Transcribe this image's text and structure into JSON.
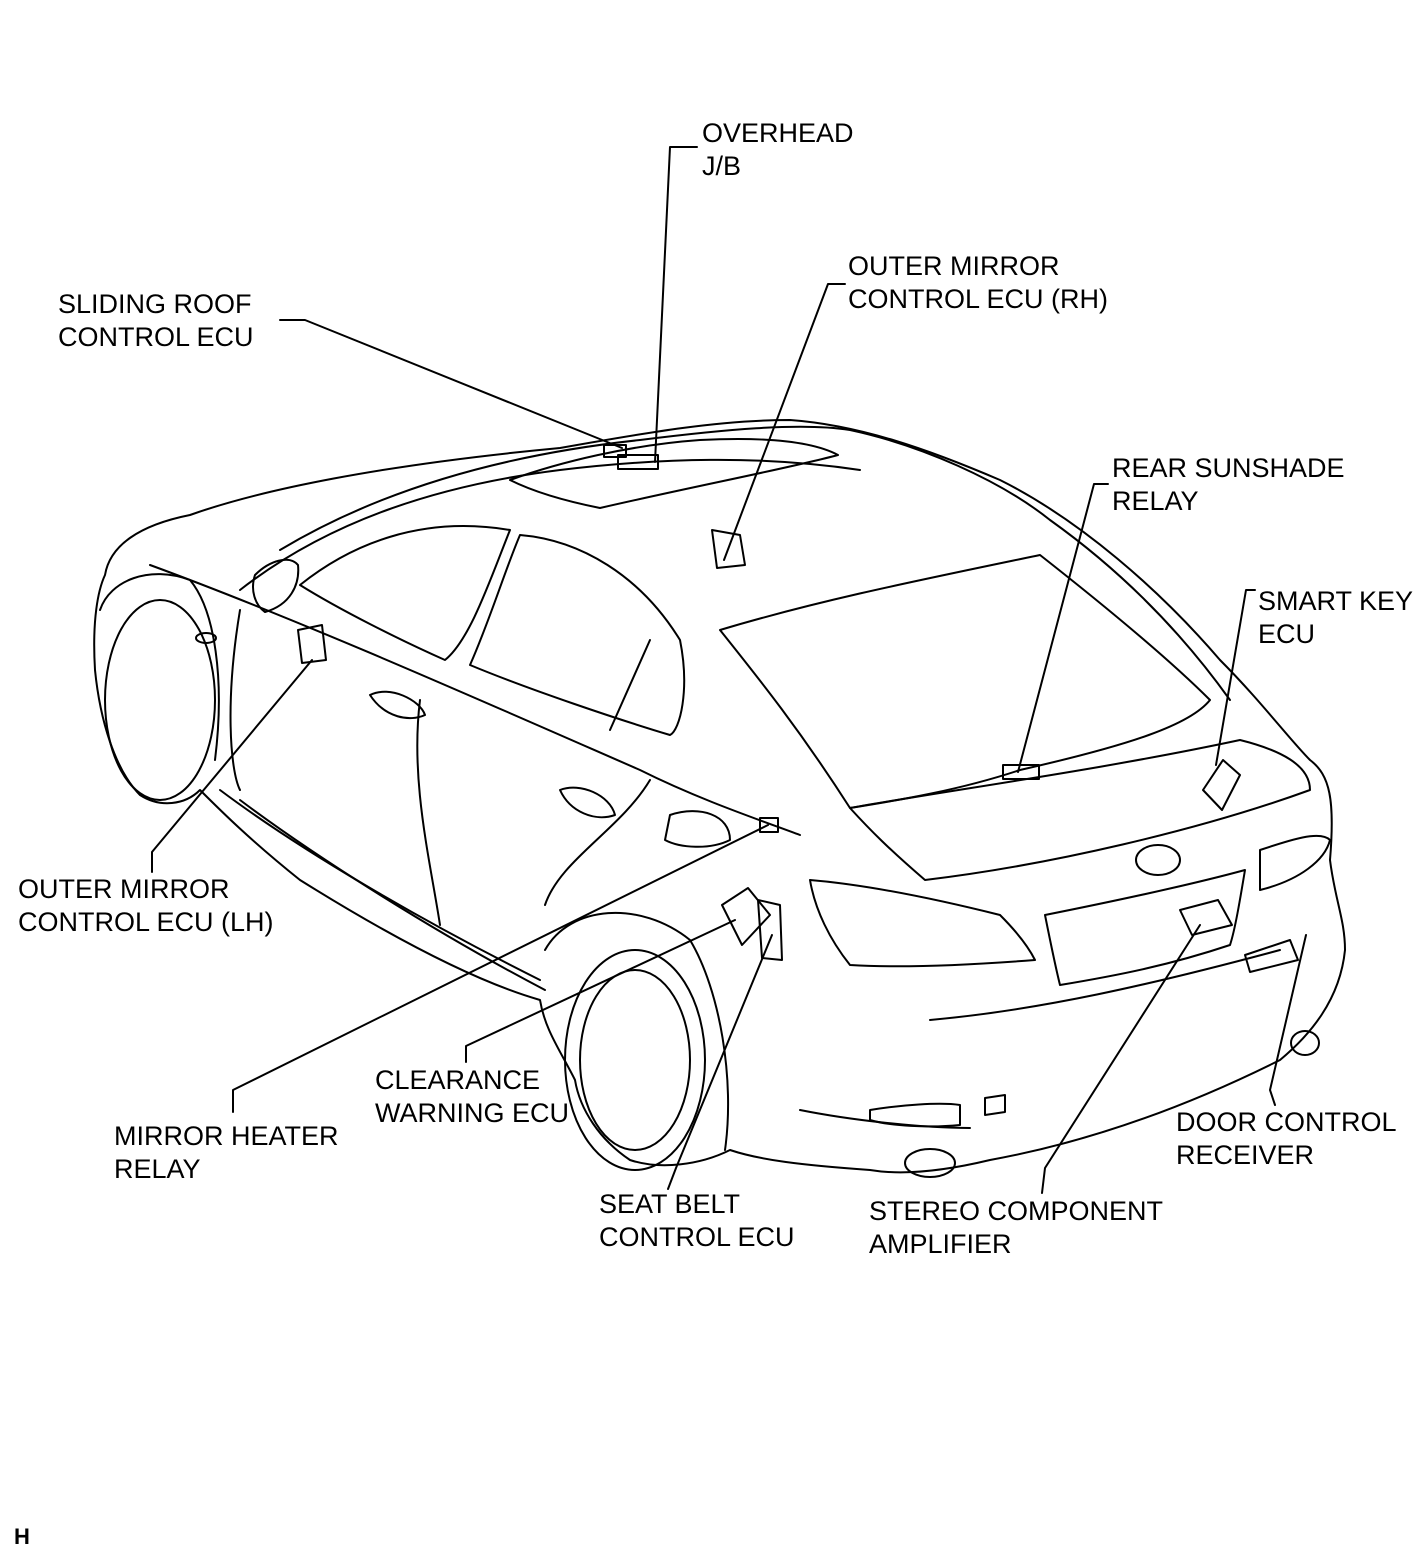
{
  "diagram": {
    "labels": {
      "overhead_jb": [
        "OVERHEAD",
        "J/B"
      ],
      "outer_mirror_rh": [
        "OUTER MIRROR",
        "CONTROL ECU (RH)"
      ],
      "sliding_roof": [
        "SLIDING ROOF",
        "CONTROL ECU"
      ],
      "rear_sunshade": [
        "REAR SUNSHADE",
        "RELAY"
      ],
      "smart_key": [
        "SMART KEY",
        "ECU"
      ],
      "outer_mirror_lh": [
        "OUTER MIRROR",
        "CONTROL ECU (LH)"
      ],
      "clearance_warning": [
        "CLEARANCE",
        "WARNING ECU"
      ],
      "mirror_heater": [
        "MIRROR HEATER",
        "RELAY"
      ],
      "seat_belt": [
        "SEAT BELT",
        "CONTROL ECU"
      ],
      "stereo_amp": [
        "STEREO COMPONENT",
        "AMPLIFIER"
      ],
      "door_control": [
        "DOOR CONTROL",
        "RECEIVER"
      ]
    },
    "corner_mark": "H"
  },
  "colors": {
    "line": "#000000",
    "background": "#ffffff"
  }
}
